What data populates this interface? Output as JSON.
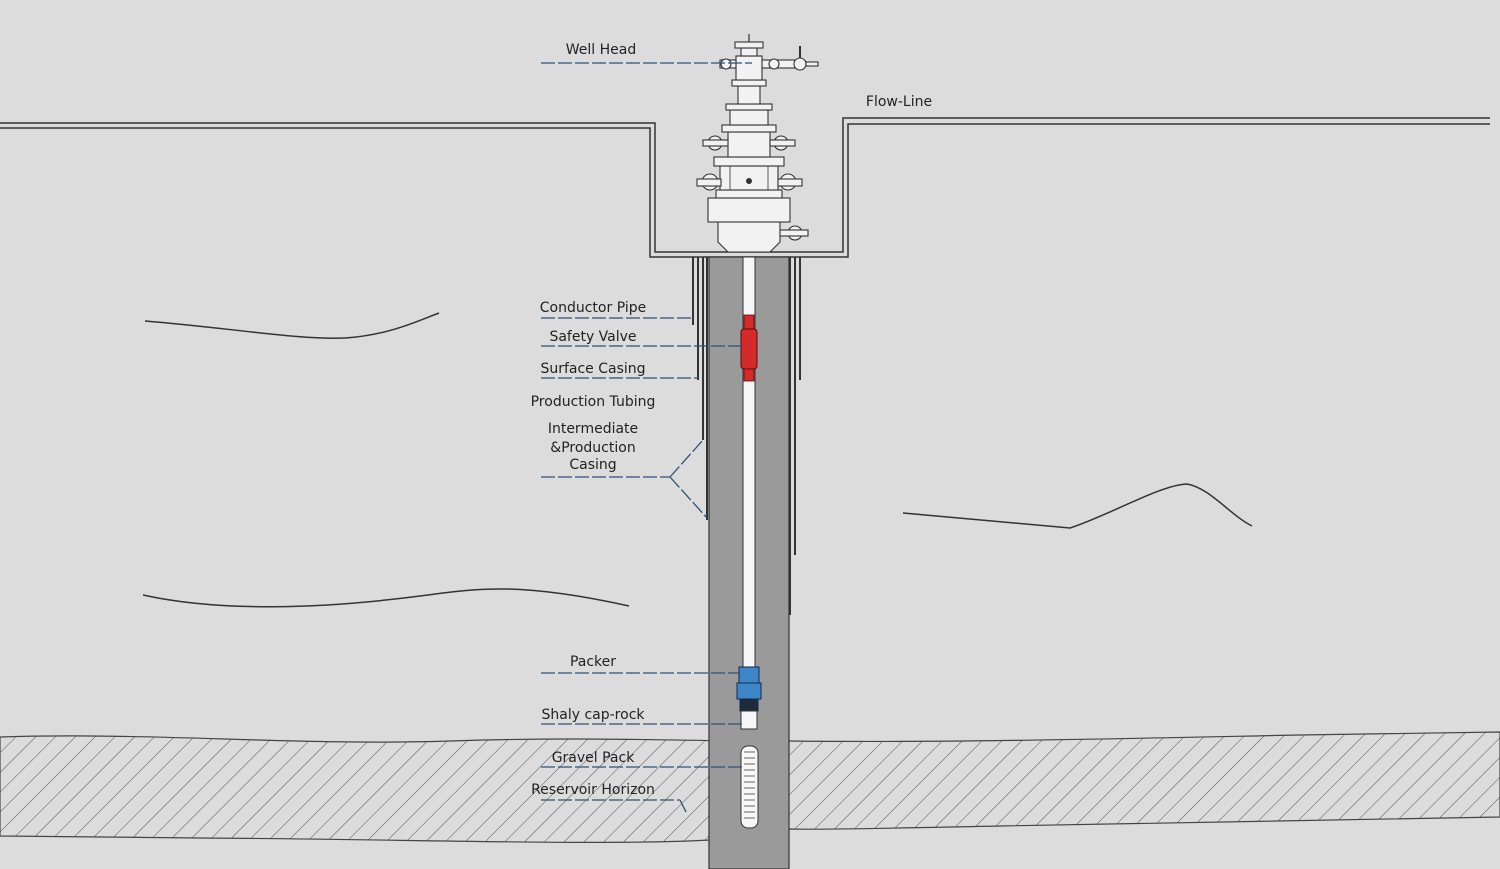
{
  "labels": {
    "well_head": "Well Head",
    "flow_line": "Flow-Line",
    "conductor_pipe": "Conductor Pipe",
    "safety_valve": "Safety Valve",
    "surface_casing": "Surface Casing",
    "production_tubing": "Production Tubing",
    "intermediate_line1": "Intermediate",
    "intermediate_line2": "&Production",
    "intermediate_line3": "Casing",
    "packer": "Packer",
    "shaly_cap_rock": "Shaly cap-rock",
    "gravel_pack": "Gravel Pack",
    "reservoir_horizon": "Reservoir Horizon"
  },
  "colors": {
    "background": "#dcdcdc",
    "borehole": "#9a9a9a",
    "safety_valve": "#d42a2a",
    "packer": "#3f86c8",
    "leader": "#2f4f7a"
  }
}
